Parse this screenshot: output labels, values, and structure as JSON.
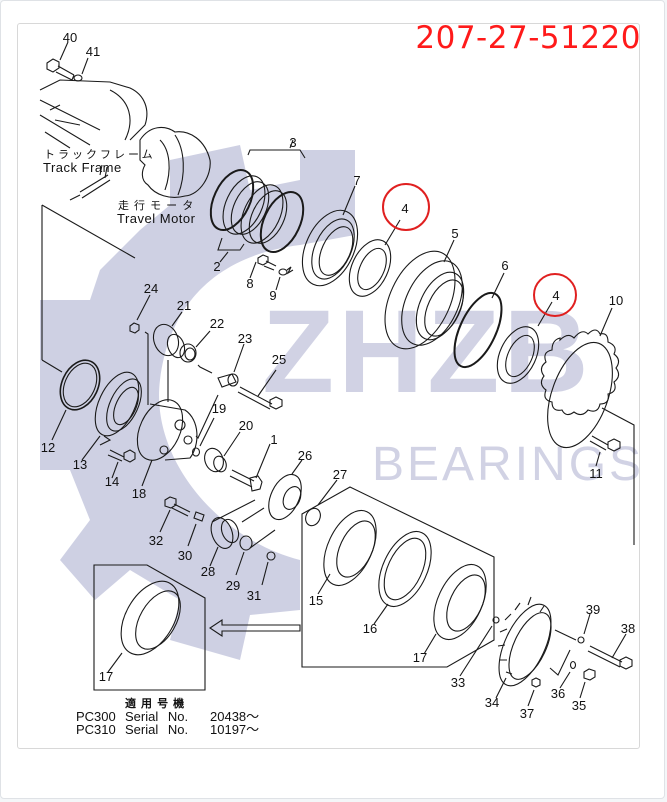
{
  "header": {
    "part_number": "207-27-51220",
    "part_number_color": "#ff1a1a"
  },
  "watermark": {
    "brand": "ZHZB",
    "subtitle": "BEARINGS",
    "color": "#c9cbe0"
  },
  "labels": {
    "track_frame_jp": "トラックフレーム",
    "track_frame_en": "Track Frame",
    "travel_motor_jp": "走 行 モ ー タ",
    "travel_motor_en": "Travel Motor"
  },
  "applicability": {
    "heading_jp": "適 用 号 機",
    "rows": [
      {
        "model": "PC300",
        "serial_label": "Serial No.",
        "serial": "20438～"
      },
      {
        "model": "PC310",
        "serial_label": "Serial No.",
        "serial": "10197～"
      }
    ]
  },
  "highlight": {
    "circled_part": "4",
    "color": "#e02020"
  },
  "callouts": [
    {
      "n": "40"
    },
    {
      "n": "41"
    },
    {
      "n": "3"
    },
    {
      "n": "7"
    },
    {
      "n": "4"
    },
    {
      "n": "5"
    },
    {
      "n": "6"
    },
    {
      "n": "4"
    },
    {
      "n": "10"
    },
    {
      "n": "2"
    },
    {
      "n": "8"
    },
    {
      "n": "9"
    },
    {
      "n": "24"
    },
    {
      "n": "21"
    },
    {
      "n": "22"
    },
    {
      "n": "23"
    },
    {
      "n": "25"
    },
    {
      "n": "12"
    },
    {
      "n": "13"
    },
    {
      "n": "14"
    },
    {
      "n": "18"
    },
    {
      "n": "19"
    },
    {
      "n": "20"
    },
    {
      "n": "1"
    },
    {
      "n": "26"
    },
    {
      "n": "27"
    },
    {
      "n": "11"
    },
    {
      "n": "32"
    },
    {
      "n": "30"
    },
    {
      "n": "28"
    },
    {
      "n": "29"
    },
    {
      "n": "31"
    },
    {
      "n": "15"
    },
    {
      "n": "16"
    },
    {
      "n": "17"
    },
    {
      "n": "17"
    },
    {
      "n": "33"
    },
    {
      "n": "34"
    },
    {
      "n": "37"
    },
    {
      "n": "36"
    },
    {
      "n": "35"
    },
    {
      "n": "39"
    },
    {
      "n": "38"
    }
  ]
}
